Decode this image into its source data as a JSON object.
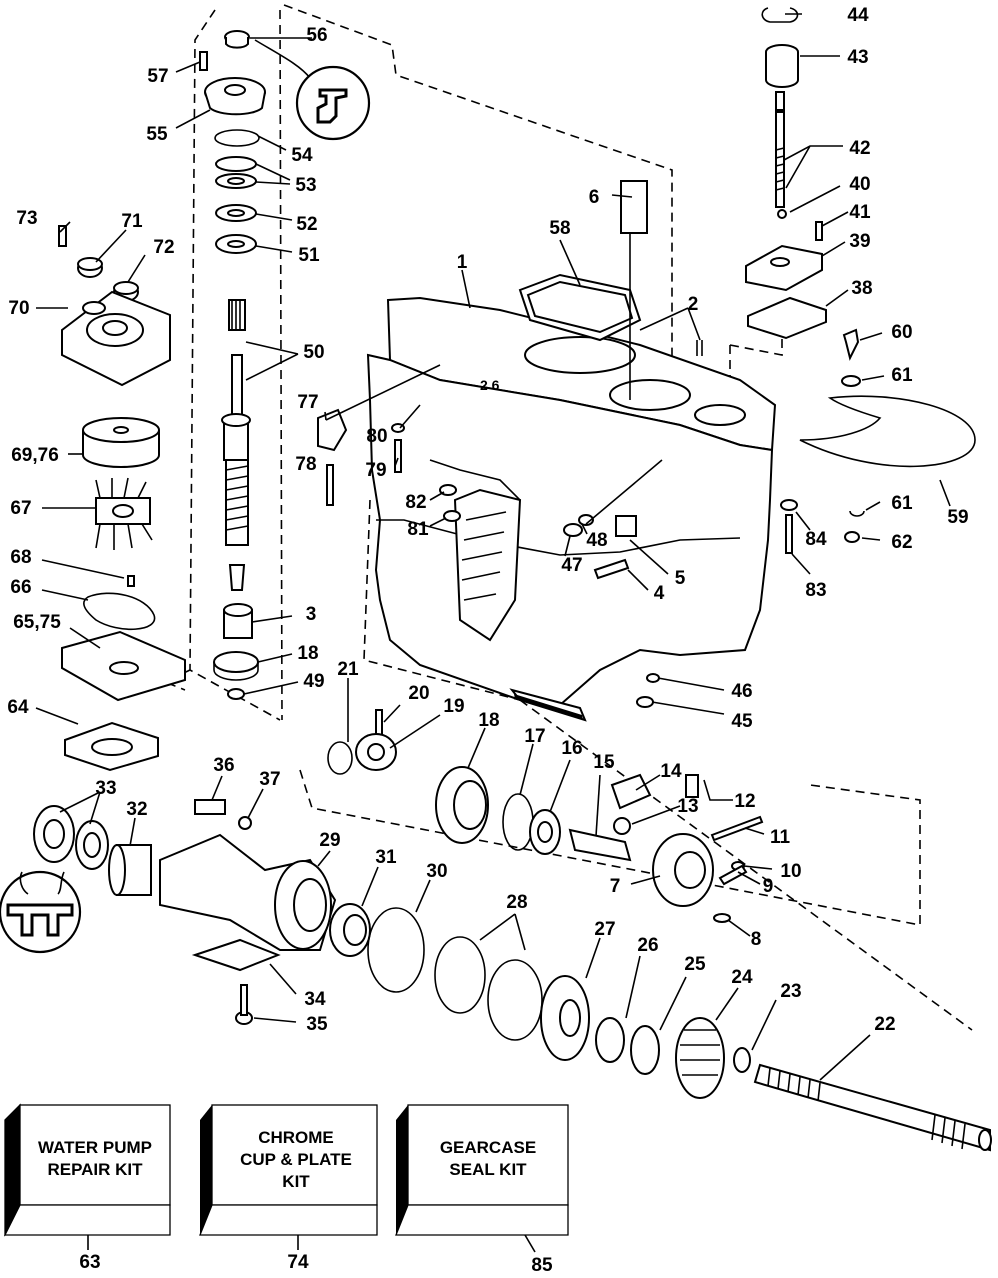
{
  "labels": {
    "p1": "1",
    "p2": "2",
    "p3": "3",
    "p4": "4",
    "p5": "5",
    "p6": "6",
    "p7": "7",
    "p8": "8",
    "p9": "9",
    "p10": "10",
    "p11": "11",
    "p12": "12",
    "p13": "13",
    "p14": "14",
    "p15": "15",
    "p16": "16",
    "p17": "17",
    "p18a": "18",
    "p18b": "18",
    "p19": "19",
    "p20": "20",
    "p21": "21",
    "p22": "22",
    "p23": "23",
    "p24": "24",
    "p25": "25",
    "p26": "26",
    "p27": "27",
    "p28": "28",
    "p29": "29",
    "p30": "30",
    "p31": "31",
    "p32": "32",
    "p33": "33",
    "p34": "34",
    "p35": "35",
    "p36": "36",
    "p37": "37",
    "p38": "38",
    "p39": "39",
    "p40": "40",
    "p41": "41",
    "p42": "42",
    "p43": "43",
    "p44": "44",
    "p45": "45",
    "p46": "46",
    "p47": "47",
    "p48": "48",
    "p49": "49",
    "p50": "50",
    "p51": "51",
    "p52": "52",
    "p53": "53",
    "p54": "54",
    "p55": "55",
    "p56": "56",
    "p57": "57",
    "p58": "58",
    "p59": "59",
    "p60": "60",
    "p61a": "61",
    "p61b": "61",
    "p62": "62",
    "p63": "63",
    "p64": "64",
    "p65": "65,75",
    "p66": "66",
    "p67": "67",
    "p68": "68",
    "p69": "69,76",
    "p70": "70",
    "p71": "71",
    "p72": "72",
    "p73": "73",
    "p74": "74",
    "p77": "77",
    "p78": "78",
    "p79": "79",
    "p80": "80",
    "p81": "81",
    "p82": "82",
    "p83": "83",
    "p84": "84",
    "p85": "85"
  },
  "kits": [
    {
      "line1": "WATER PUMP",
      "line2": "REPAIR KIT",
      "line3": "",
      "number": "63"
    },
    {
      "line1": "CHROME",
      "line2": "CUP & PLATE",
      "line3": "KIT",
      "number": "74"
    },
    {
      "line1": "GEARCASE",
      "line2": "SEAL KIT",
      "line3": "",
      "number": "85"
    }
  ],
  "icons": [
    "sealant-tube-icon",
    "bearing-puller-icon"
  ]
}
